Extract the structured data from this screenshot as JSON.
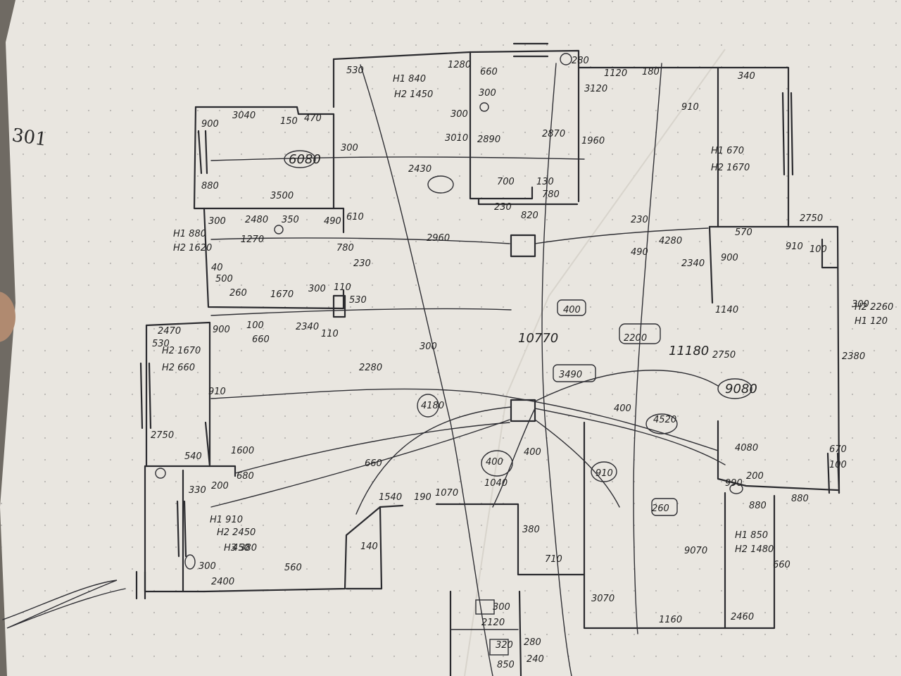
{
  "sheet": {
    "paper_color": "#e9e6e0",
    "grid_color": "#b9b6b2",
    "ink_color": "#2a2a2e"
  },
  "margin_notes": [
    {
      "id": "unit-number",
      "text": "301"
    }
  ],
  "dimensions": [
    {
      "text": "3040"
    },
    {
      "text": "150"
    },
    {
      "text": "470"
    },
    {
      "text": "900"
    },
    {
      "text": "880"
    },
    {
      "text": "6080"
    },
    {
      "text": "300"
    },
    {
      "text": "3500"
    },
    {
      "text": "300"
    },
    {
      "text": "2480"
    },
    {
      "text": "350"
    },
    {
      "text": "490"
    },
    {
      "text": "610"
    },
    {
      "text": "1270"
    },
    {
      "text": "780"
    },
    {
      "text": "40"
    },
    {
      "text": "500"
    },
    {
      "text": "260"
    },
    {
      "text": "1670"
    },
    {
      "text": "300"
    },
    {
      "text": "110"
    },
    {
      "text": "230"
    },
    {
      "text": "530"
    },
    {
      "text": "2960"
    },
    {
      "text": "2430"
    },
    {
      "text": "3010"
    },
    {
      "text": "2890"
    },
    {
      "text": "2870"
    },
    {
      "text": "1960"
    },
    {
      "text": "700"
    },
    {
      "text": "130"
    },
    {
      "text": "780"
    },
    {
      "text": "230"
    },
    {
      "text": "820"
    },
    {
      "text": "1120"
    },
    {
      "text": "180"
    },
    {
      "text": "3120"
    },
    {
      "text": "340"
    },
    {
      "text": "910"
    },
    {
      "text": "2750"
    },
    {
      "text": "570"
    },
    {
      "text": "900"
    },
    {
      "text": "910"
    },
    {
      "text": "100"
    },
    {
      "text": "490"
    },
    {
      "text": "4280"
    },
    {
      "text": "2340"
    },
    {
      "text": "1140"
    },
    {
      "text": "230"
    },
    {
      "text": "400"
    },
    {
      "text": "2200"
    },
    {
      "text": "11180"
    },
    {
      "text": "2750"
    },
    {
      "text": "2380"
    },
    {
      "text": "3490"
    },
    {
      "text": "9080"
    },
    {
      "text": "400"
    },
    {
      "text": "4520"
    },
    {
      "text": "300"
    },
    {
      "text": "10770"
    },
    {
      "text": "2470"
    },
    {
      "text": "900"
    },
    {
      "text": "100"
    },
    {
      "text": "660"
    },
    {
      "text": "2340"
    },
    {
      "text": "110"
    },
    {
      "text": "530"
    },
    {
      "text": "910"
    },
    {
      "text": "2280"
    },
    {
      "text": "2750"
    },
    {
      "text": "540"
    },
    {
      "text": "1600"
    },
    {
      "text": "680"
    },
    {
      "text": "330"
    },
    {
      "text": "200"
    },
    {
      "text": "660"
    },
    {
      "text": "4180"
    },
    {
      "text": "400"
    },
    {
      "text": "400"
    },
    {
      "text": "1040"
    },
    {
      "text": "1540"
    },
    {
      "text": "190"
    },
    {
      "text": "1070"
    },
    {
      "text": "140"
    },
    {
      "text": "560"
    },
    {
      "text": "2400"
    },
    {
      "text": "300"
    },
    {
      "text": "450"
    },
    {
      "text": "380"
    },
    {
      "text": "710"
    },
    {
      "text": "910"
    },
    {
      "text": "260"
    },
    {
      "text": "9070"
    },
    {
      "text": "4080"
    },
    {
      "text": "990"
    },
    {
      "text": "200"
    },
    {
      "text": "880"
    },
    {
      "text": "670"
    },
    {
      "text": "100"
    },
    {
      "text": "880"
    },
    {
      "text": "660"
    },
    {
      "text": "3070"
    },
    {
      "text": "1160"
    },
    {
      "text": "2460"
    },
    {
      "text": "660"
    },
    {
      "text": "300"
    },
    {
      "text": "1280"
    },
    {
      "text": "300"
    },
    {
      "text": "530"
    },
    {
      "text": "280"
    },
    {
      "text": "300"
    },
    {
      "text": "300"
    },
    {
      "text": "2120"
    },
    {
      "text": "320"
    },
    {
      "text": "280"
    },
    {
      "text": "240"
    },
    {
      "text": "850"
    },
    {
      "text": "380"
    }
  ],
  "heights": [
    {
      "text": "H1 840"
    },
    {
      "text": "H2 1450"
    },
    {
      "text": "H1 880"
    },
    {
      "text": "H2 1620"
    },
    {
      "text": "H2 1670"
    },
    {
      "text": "H2 660"
    },
    {
      "text": "H1 670"
    },
    {
      "text": "H2 1670"
    },
    {
      "text": "H1 910"
    },
    {
      "text": "H2 2450"
    },
    {
      "text": "H3 380"
    },
    {
      "text": "H1 850"
    },
    {
      "text": "H2 1480"
    },
    {
      "text": "H2 2260"
    },
    {
      "text": "H1 120"
    }
  ]
}
